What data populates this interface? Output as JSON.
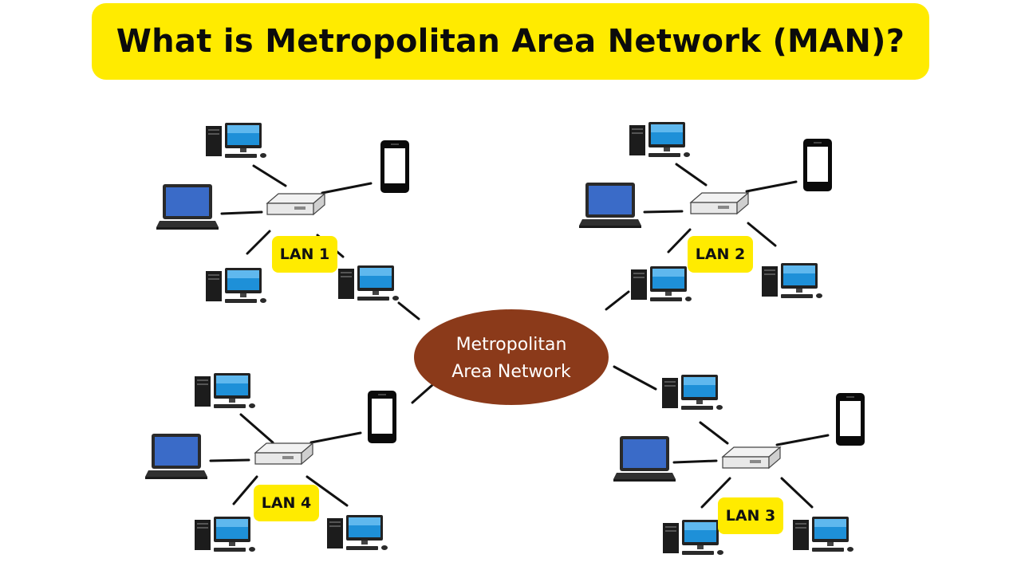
{
  "title": "What is Metropolitan Area Network (MAN)?",
  "hub": {
    "line1": "Metropolitan",
    "line2": "Area Network"
  },
  "lans": [
    {
      "id": "lan1",
      "label": "LAN 1"
    },
    {
      "id": "lan2",
      "label": "LAN 2"
    },
    {
      "id": "lan3",
      "label": "LAN 3"
    },
    {
      "id": "lan4",
      "label": "LAN 4"
    }
  ],
  "colors": {
    "title_banner": "#FFEB00",
    "lan_badge": "#FFEB00",
    "hub_fill": "#8B3A1A",
    "laptop_screen": "#3A6BC8",
    "monitor_screen": "#1E90D8",
    "line": "#111111"
  },
  "icons": [
    "desktop-computer-icon",
    "laptop-icon",
    "smartphone-icon",
    "network-switch-icon"
  ]
}
